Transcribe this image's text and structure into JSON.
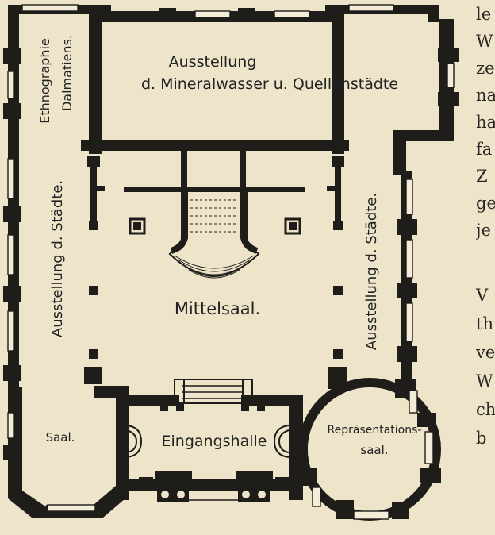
{
  "labels": {
    "mineral_top": "Ausstellung",
    "mineral_bottom": "d. Mineralwasser u. Quellenstädte",
    "ethno_1": "Ethnographie",
    "ethno_2": "Dalmatiens.",
    "staedte_left": "Ausstellung d. Städte.",
    "staedte_right": "Ausstellung d. Städte.",
    "mittelsaal": "Mittelsaal.",
    "saal": "Saal.",
    "eingangshalle": "Eingangshalle",
    "repr_1": "Repräsentations-",
    "repr_2": "saal."
  },
  "margin_text": [
    "le",
    "W",
    "ze",
    "na",
    "ha",
    "fa",
    "Z",
    "ge",
    "je",
    "",
    "V",
    "th",
    "ve",
    "W",
    "ch",
    "b"
  ]
}
